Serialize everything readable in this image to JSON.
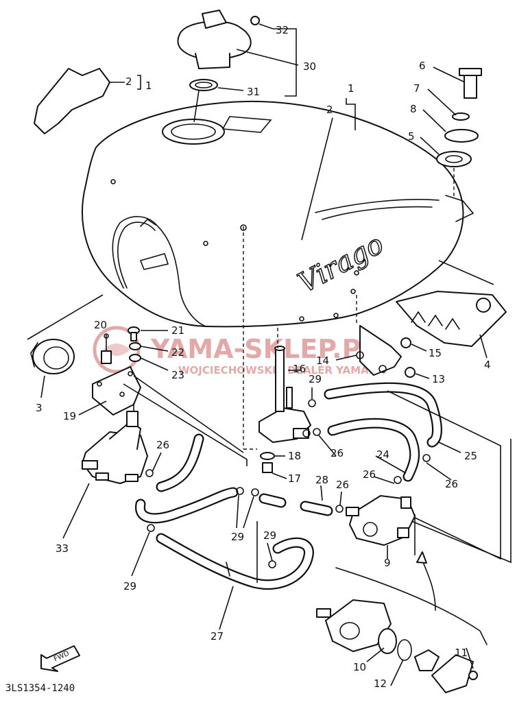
{
  "diagram": {
    "drawing_code": "3LS1354-1240",
    "tank_logo": "Virago",
    "fwd_label": "FWD",
    "watermark": {
      "text": "YAMA-SKLEP.PL",
      "subtext": "WOJCIECHOWSKI - DEALER YAMAHA",
      "color": "#e3a9a9"
    },
    "callouts": [
      {
        "id": "c1a",
        "text": "1"
      },
      {
        "id": "c1b",
        "text": "1"
      },
      {
        "id": "c2a",
        "text": "2"
      },
      {
        "id": "c2b",
        "text": "2"
      },
      {
        "id": "c3",
        "text": "3"
      },
      {
        "id": "c4",
        "text": "4"
      },
      {
        "id": "c5",
        "text": "5"
      },
      {
        "id": "c6",
        "text": "6"
      },
      {
        "id": "c7",
        "text": "7"
      },
      {
        "id": "c8",
        "text": "8"
      },
      {
        "id": "c9",
        "text": "9"
      },
      {
        "id": "c10",
        "text": "10"
      },
      {
        "id": "c11",
        "text": "11"
      },
      {
        "id": "c12",
        "text": "12"
      },
      {
        "id": "c13",
        "text": "13"
      },
      {
        "id": "c14",
        "text": "14"
      },
      {
        "id": "c15",
        "text": "15"
      },
      {
        "id": "c16",
        "text": "16"
      },
      {
        "id": "c17",
        "text": "17"
      },
      {
        "id": "c18",
        "text": "18"
      },
      {
        "id": "c19",
        "text": "19"
      },
      {
        "id": "c20",
        "text": "20"
      },
      {
        "id": "c21",
        "text": "21"
      },
      {
        "id": "c22",
        "text": "22"
      },
      {
        "id": "c23",
        "text": "23"
      },
      {
        "id": "c24",
        "text": "24"
      },
      {
        "id": "c25",
        "text": "25"
      },
      {
        "id": "c26a",
        "text": "26"
      },
      {
        "id": "c26b",
        "text": "26"
      },
      {
        "id": "c26c",
        "text": "26"
      },
      {
        "id": "c26d",
        "text": "26"
      },
      {
        "id": "c26e",
        "text": "26"
      },
      {
        "id": "c27",
        "text": "27"
      },
      {
        "id": "c28",
        "text": "28"
      },
      {
        "id": "c29a",
        "text": "29"
      },
      {
        "id": "c29b",
        "text": "29"
      },
      {
        "id": "c29c",
        "text": "29"
      },
      {
        "id": "c29d",
        "text": "29"
      },
      {
        "id": "c30",
        "text": "30"
      },
      {
        "id": "c31",
        "text": "31"
      },
      {
        "id": "c32",
        "text": "32"
      },
      {
        "id": "c33",
        "text": "33"
      }
    ]
  }
}
